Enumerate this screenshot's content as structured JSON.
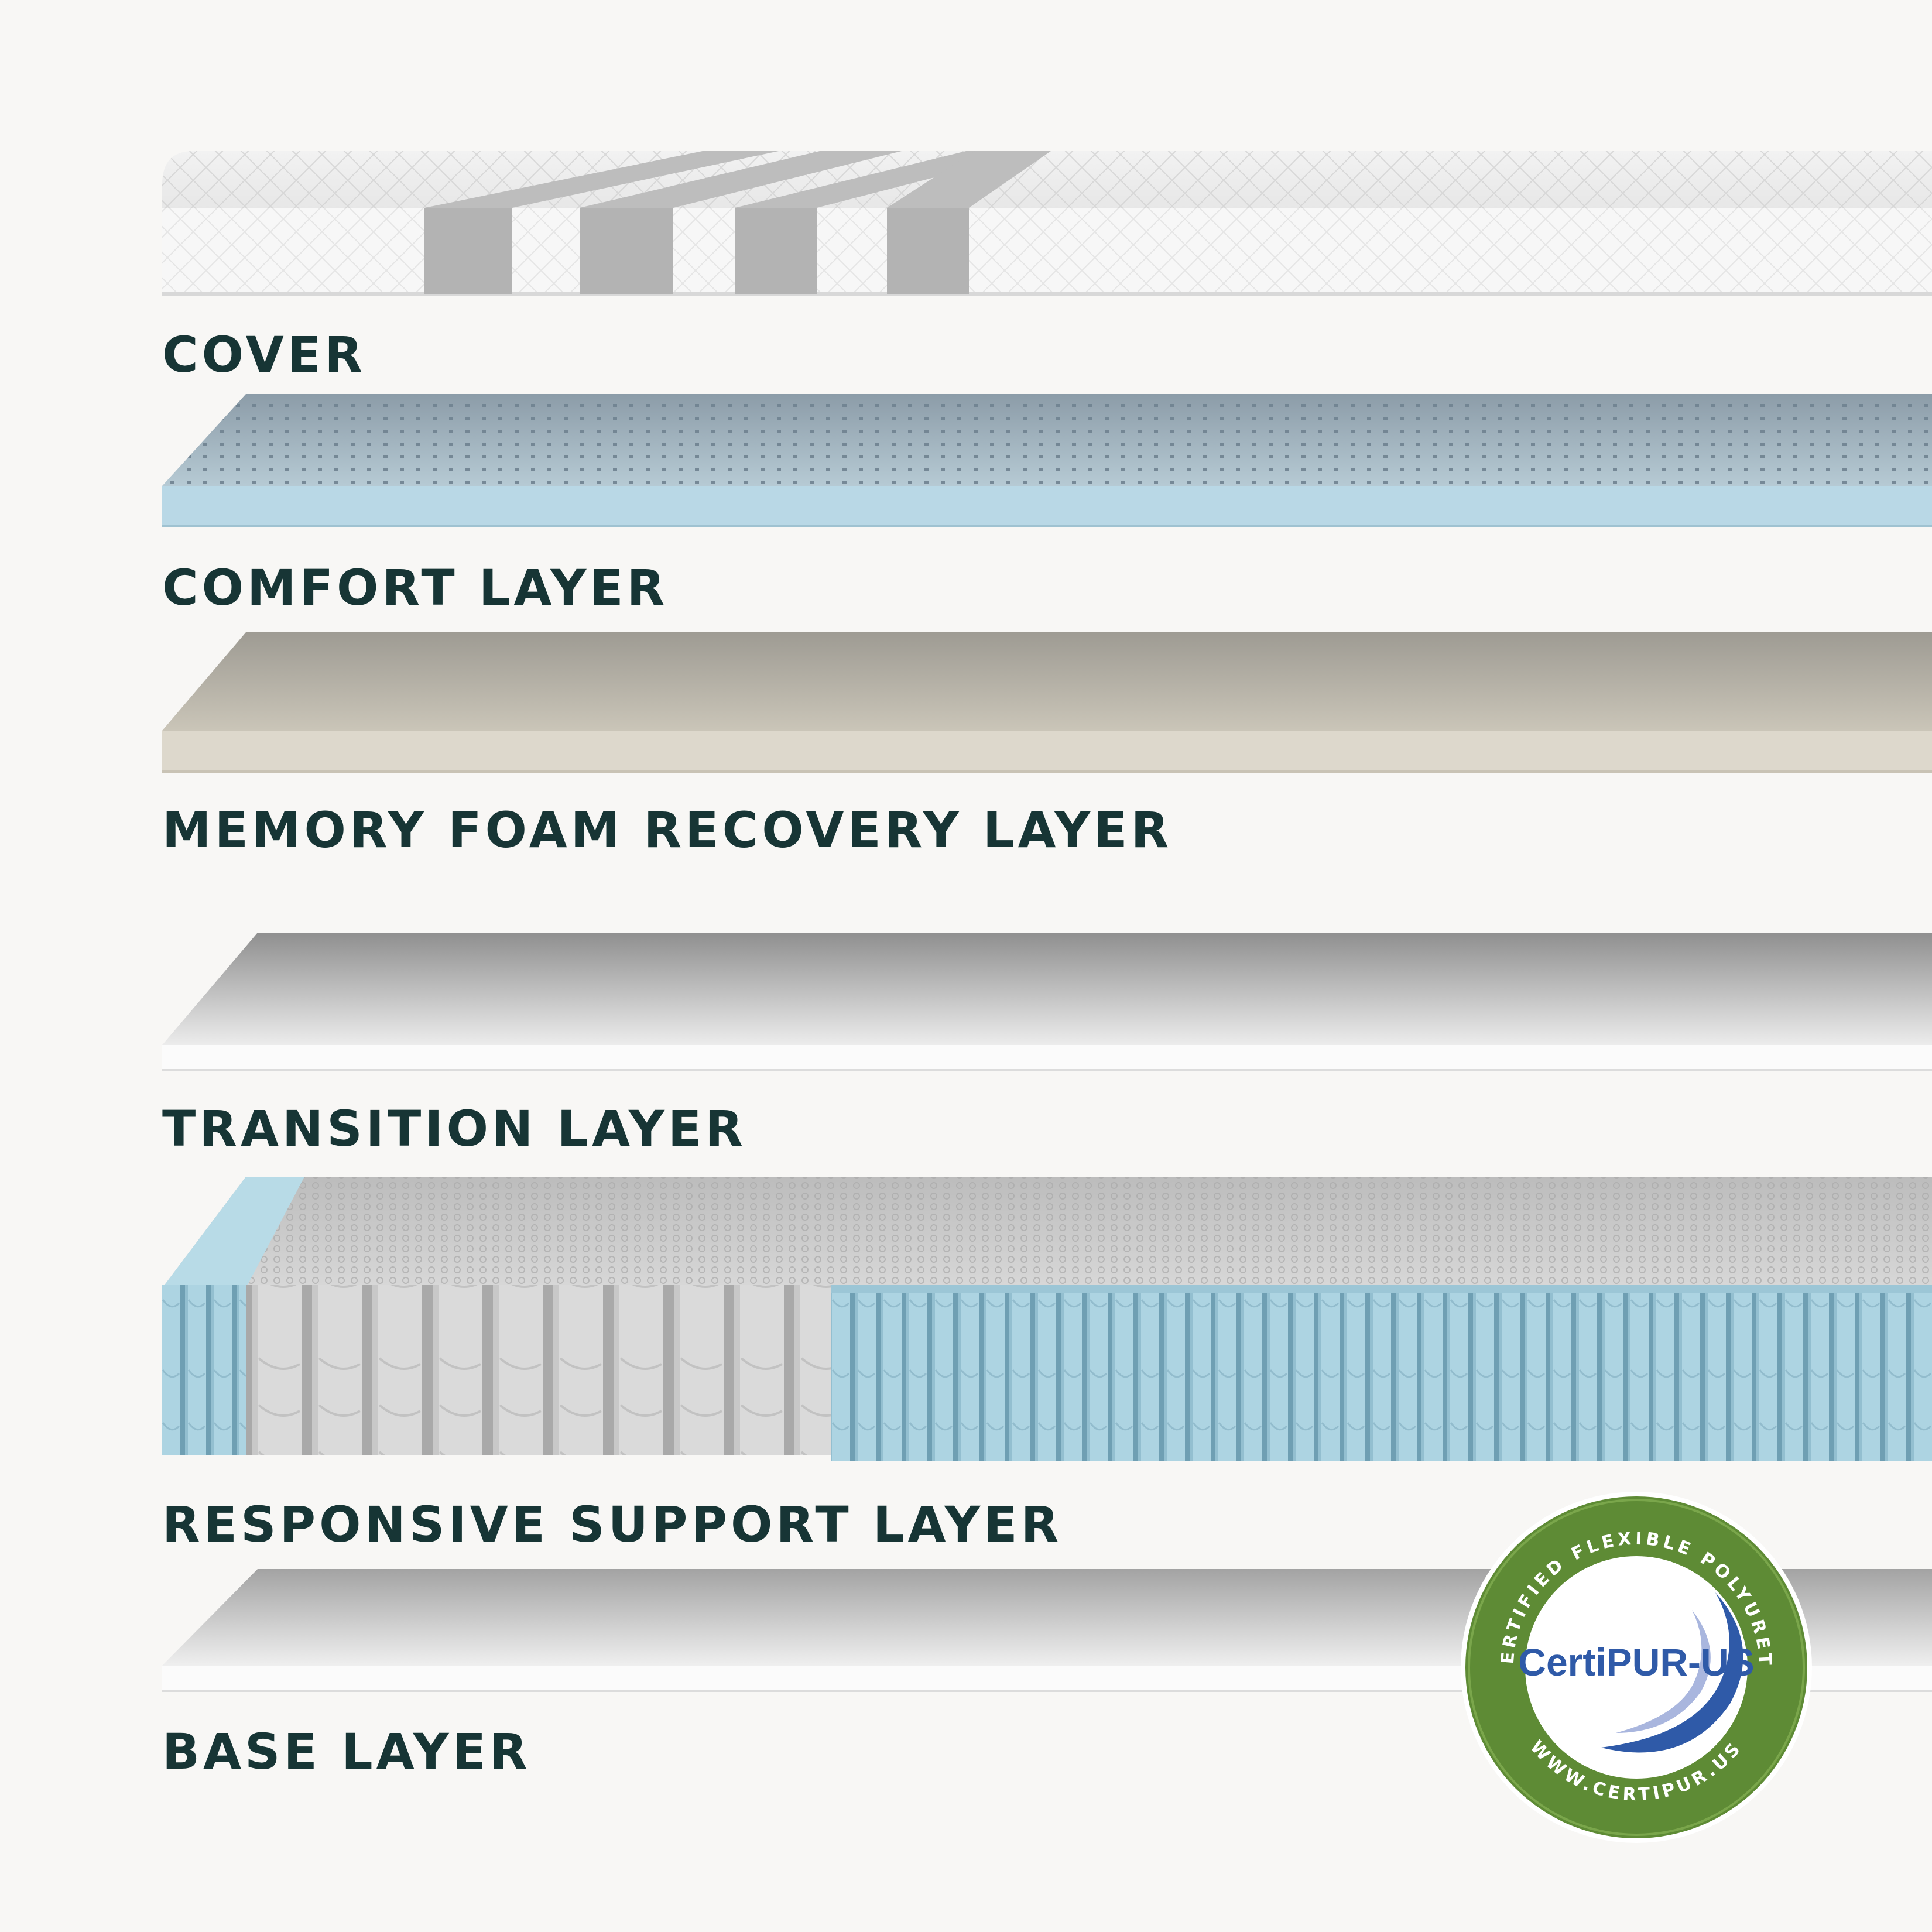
{
  "layers": [
    {
      "label": "COVER"
    },
    {
      "label": "COMFORT LAYER"
    },
    {
      "label": "MEMORY FOAM RECOVERY LAYER"
    },
    {
      "label": "TRANSITION LAYER"
    },
    {
      "label": "RESPONSIVE SUPPORT LAYER"
    },
    {
      "label": "BASE LAYER"
    }
  ],
  "badge": {
    "logo": "CertiPUR-US",
    "ring_top": "CONTAINS CERTIFIED FLEXIBLE POLYURETHANE FOAM",
    "ring_bottom": "WWW.CERTIPUR.US"
  },
  "colors": {
    "background": "#f8f7f5",
    "label_text": "#173535",
    "comfort_blue": "#b9d8e6",
    "memory_beige": "#ddd8cc",
    "coil_blue": "#a8d2e1",
    "badge_green": "#5e8b35",
    "badge_blue": "#2f5aa8"
  }
}
